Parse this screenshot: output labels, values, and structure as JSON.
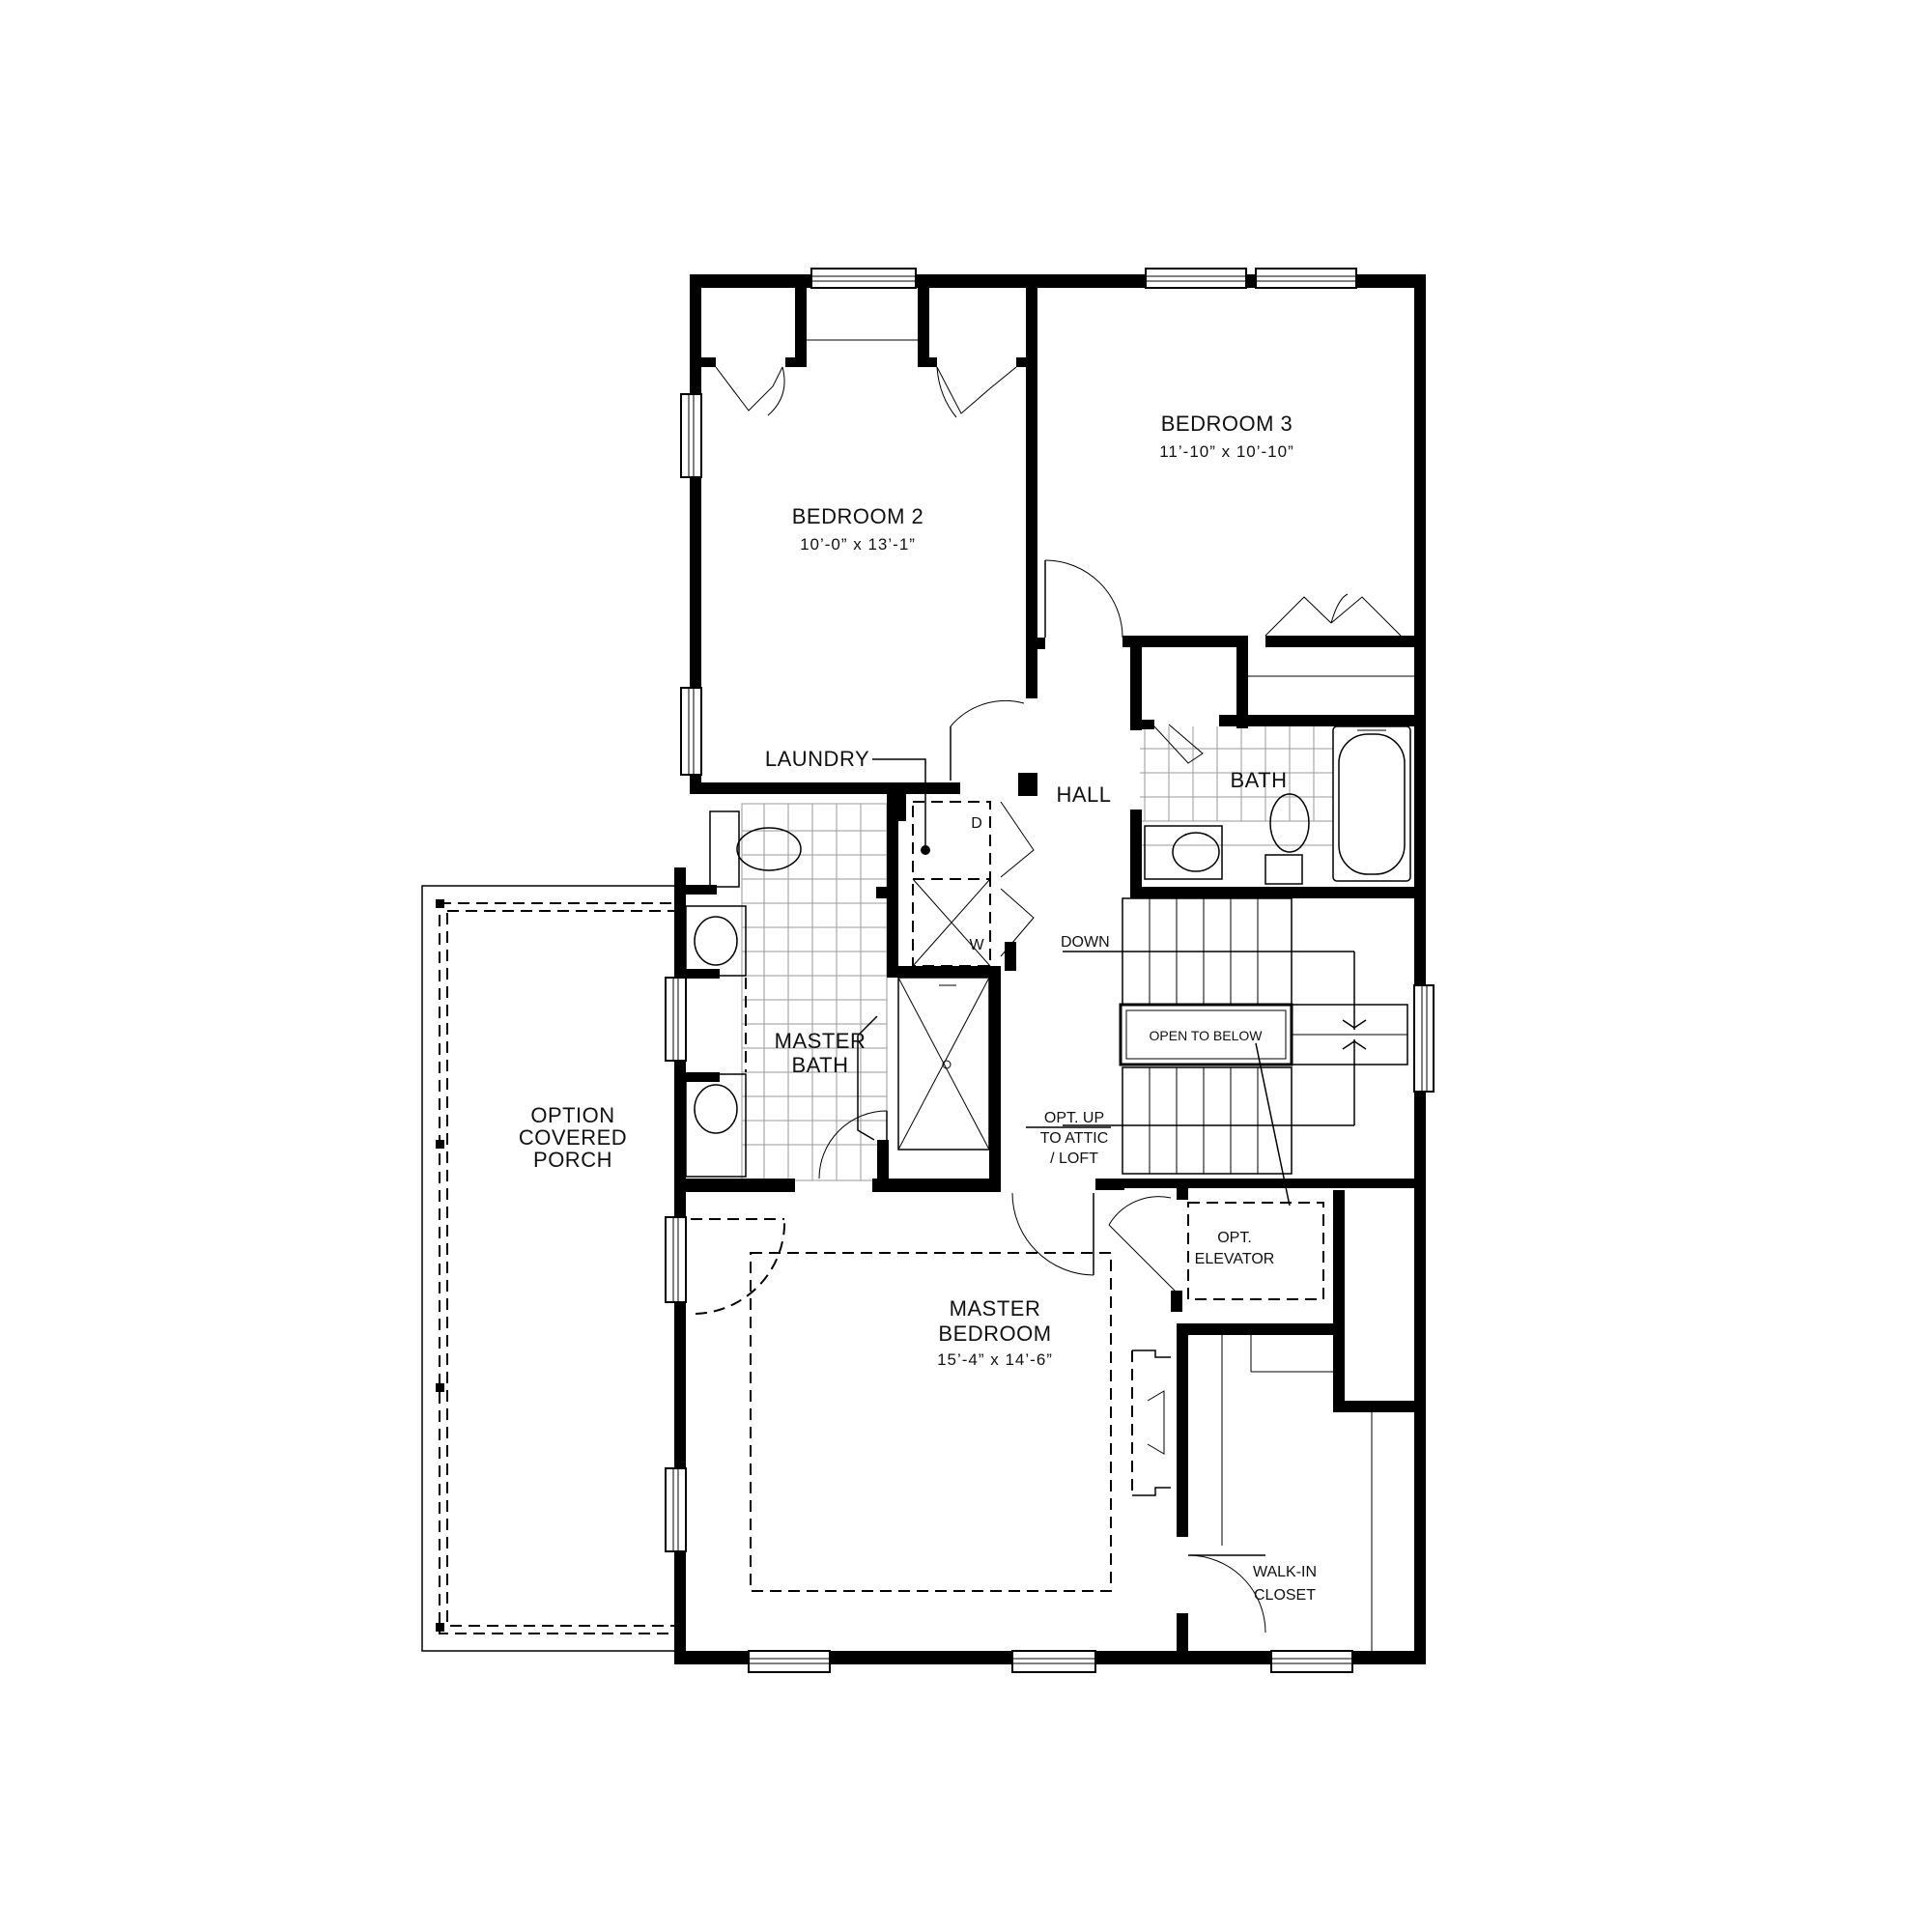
{
  "floorplan": {
    "rooms": {
      "bedroom2": {
        "name": "BEDROOM 2",
        "dims": "10’-0” x 13’-1”"
      },
      "bedroom3": {
        "name": "BEDROOM 3",
        "dims": "11’-10” x 10’-10”"
      },
      "master_bedroom": {
        "name_line1": "MASTER",
        "name_line2": "BEDROOM",
        "dims": "15’-4” x 14’-6”"
      },
      "master_bath": {
        "name_line1": "MASTER",
        "name_line2": "BATH"
      },
      "bath": {
        "name": "BATH"
      },
      "hall": {
        "name": "HALL"
      },
      "laundry": {
        "name": "LAUNDRY"
      },
      "porch": {
        "line1": "OPTION",
        "line2": "COVERED",
        "line3": "PORCH"
      },
      "walk_in_closet": {
        "line1": "WALK-IN",
        "line2": "CLOSET"
      },
      "elevator": {
        "line1": "OPT.",
        "line2": "ELEVATOR"
      }
    },
    "labels": {
      "dryer": "D",
      "washer": "W",
      "down": "DOWN",
      "open_to_below": "OPEN TO BELOW",
      "attic_line1": "OPT. UP",
      "attic_line2": "TO ATTIC",
      "attic_line3": "/ LOFT"
    }
  }
}
